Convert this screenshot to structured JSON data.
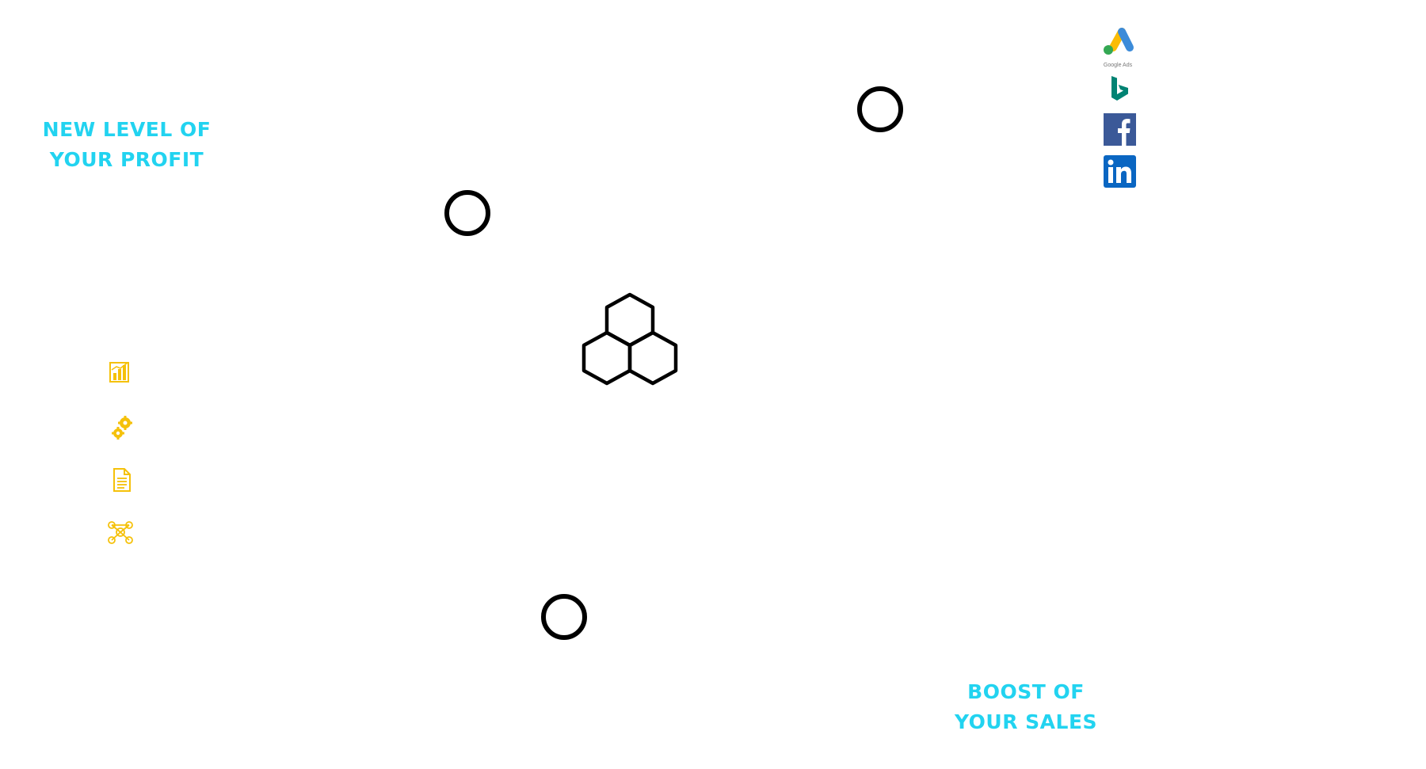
{
  "taglines": {
    "profit": {
      "line1": "NEW LEVEL OF",
      "line2": "YOUR PROFIT"
    },
    "sales": {
      "line1": "BOOST OF",
      "line2": "YOUR SALES"
    }
  },
  "colors": {
    "tagline": "#22d3f0",
    "icon_gold": "#f5c10a",
    "ring": "#000000",
    "google_blue": "#3c8bd9",
    "google_yellow": "#fbbc04",
    "google_green": "#34a853",
    "bing_teal": "#008373",
    "facebook": "#3b5998",
    "linkedin": "#0a66c2"
  },
  "platform_logos": [
    {
      "name": "google-ads-logo",
      "caption": "Google Ads"
    },
    {
      "name": "bing-logo"
    },
    {
      "name": "facebook-logo"
    },
    {
      "name": "linkedin-logo"
    }
  ],
  "feature_icons": [
    "bar-chart-icon",
    "gears-icon",
    "document-icon",
    "network-icon"
  ]
}
